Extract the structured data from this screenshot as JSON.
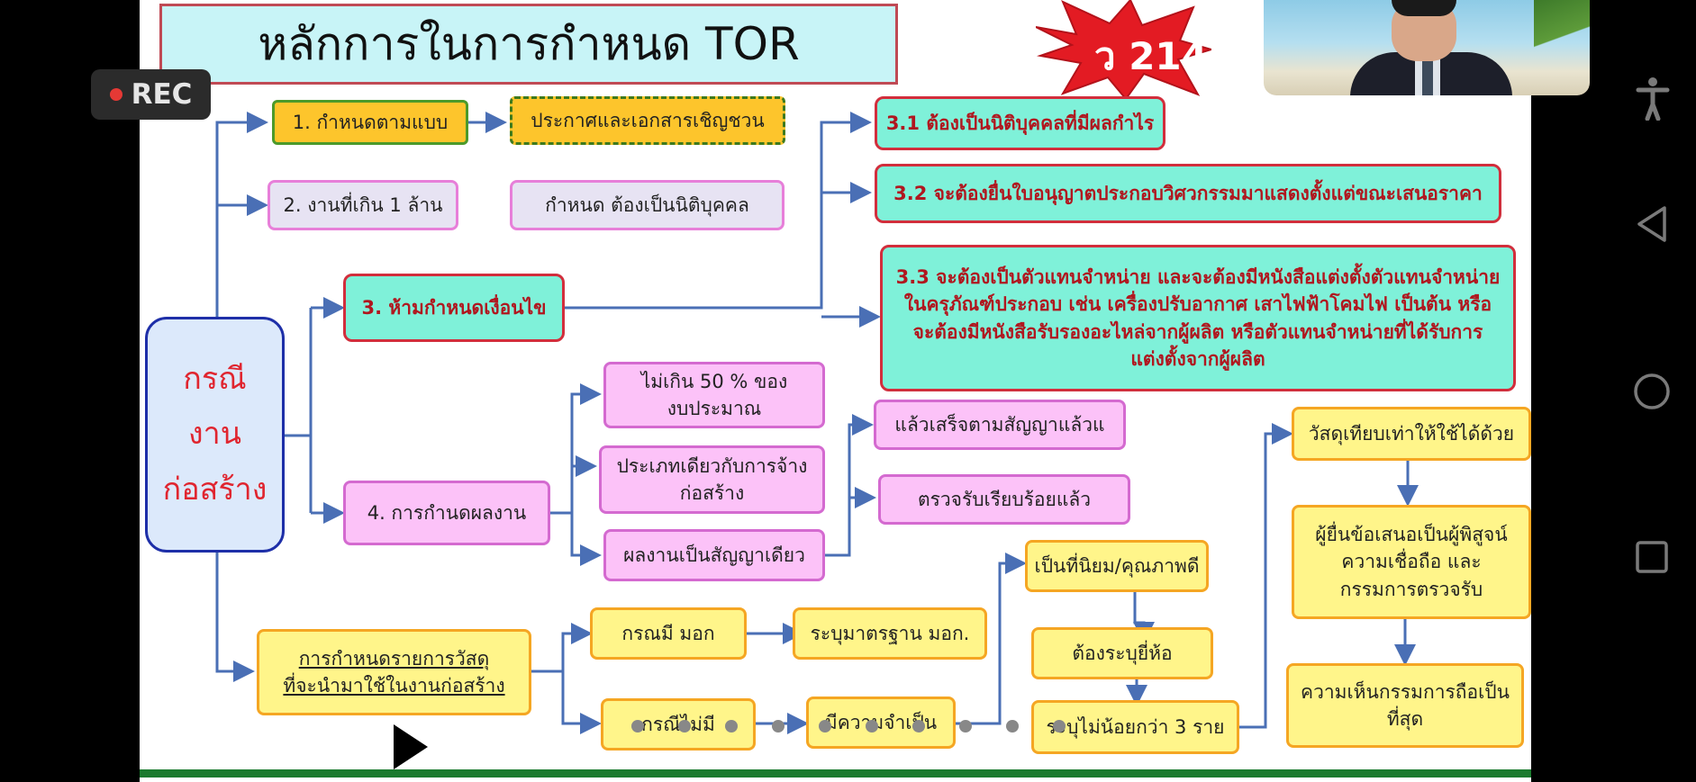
{
  "recording": {
    "label": "REC"
  },
  "slide": {
    "title": "หลักการในการกำหนด TOR",
    "badge": "ว 214",
    "main_box": {
      "lines": [
        "กรณี",
        "งาน",
        "ก่อสร้าง"
      ]
    },
    "row1": {
      "b1": "1. กำหนดตามแบบ",
      "b2": "ประกาศและเอกสารเชิญชวน"
    },
    "row2": {
      "b1": "2. งานที่เกิน 1 ล้าน",
      "b2": "กำหนด ต้องเป็นนิติบุคคล"
    },
    "cond": {
      "label": "3. ห้ามกำหนดเงื่อนไข",
      "c31": "3.1 ต้องเป็นนิติบุคคลที่มีผลกำไร",
      "c32": "3.2 จะต้องยื่นใบอนุญาตประกอบวิศวกรรมมาแสดงตั้งแต่ขณะเสนอราคา",
      "c33": [
        "3.3 จะต้องเป็นตัวแทนจำหน่าย และจะต้องมีหนังสือแต่งตั้งตัวแทนจำหน่าย",
        "ในครุภัณฑ์ประกอบ เช่น เครื่องปรับอากาศ เสาไฟฟ้าโคมไฟ เป็นต้น หรือ",
        "จะต้องมีหนังสือรับรองอะไหล่จากผู้ผลิต หรือตัวแทนจำหน่ายที่ได้รับการ",
        "แต่งตั้งจากผู้ผลิต"
      ]
    },
    "work": {
      "label": "4. การกำนดผลงาน",
      "w1": [
        "ไม่เกิน 50 % ของ",
        "งบประมาณ"
      ],
      "w2": [
        "ประเภทเดียวกับการจ้าง",
        "ก่อสร้าง"
      ],
      "w3": "ผลงานเป็นสัญญาเดียว",
      "w3a": "แล้วเสร็จตามสัญญาแล้วแ",
      "w3b": "ตรวจรับเรียบร้อยแล้ว"
    },
    "material": {
      "label": [
        "การกำหนดรายการวัสดุ",
        "ที่จะนำมาใช้ในงานก่อสร้าง"
      ],
      "has_tis": "กรณมี มอก",
      "tis_std": "ระบุมาตรฐาน มอก.",
      "no_tis": "กรณีไม่มี",
      "necessary": "มีความจำเป็น",
      "popular": "เป็นที่นิยม/คุณภาพดี",
      "brand": "ต้องระบุยี่ห้อ",
      "three": "ระบุไม่น้อยกว่า 3 ราย",
      "equiv": "วัสดุเทียบเท่าให้ใช้ได้ด้วย",
      "prover": [
        "ผู้ยื่นข้อเสนอเป็นผู้พิสูจน์",
        "ความเชื่อถือ และ",
        "กรรมการตรวจรับ"
      ],
      "final": [
        "ความเห็นกรรมการถือเป็น",
        "ที่สุด"
      ]
    }
  },
  "colors": {
    "teal_fill": "#7ff1d9",
    "red_border": "#d22e3c",
    "orange_fill": "#fdc52c",
    "pink_fill": "#fcc2f8",
    "yellow_fill": "#fff58a",
    "connector": "#4a6fb5"
  },
  "icons": [
    "accessibility-icon",
    "back-icon",
    "home-icon",
    "recents-icon",
    "play-icon"
  ]
}
